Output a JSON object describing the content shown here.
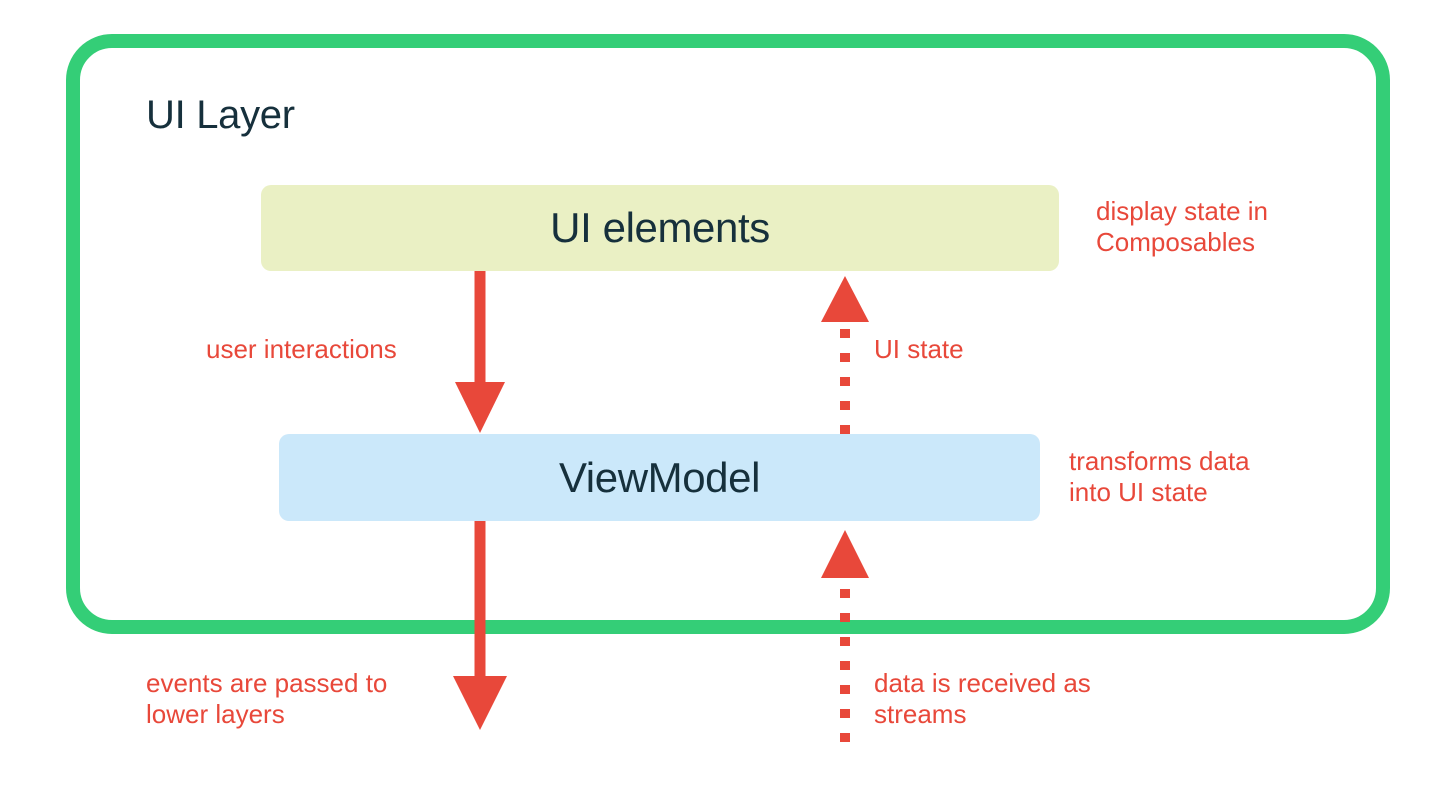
{
  "diagram": {
    "title": "UI Layer",
    "type": "architecture-flow",
    "container": {
      "label": "UI Layer",
      "border_color": "#34ce77",
      "style": "rounded-rectangle"
    },
    "nodes": [
      {
        "id": "ui-elements",
        "label": "UI elements",
        "fill_color": "#eaf0c4",
        "text_color": "#16303c"
      },
      {
        "id": "viewmodel",
        "label": "ViewModel",
        "fill_color": "#cbe8fa",
        "text_color": "#16303c"
      }
    ],
    "annotations": [
      {
        "id": "display-state",
        "text": "display state in\nComposables",
        "color": "#e8483a",
        "attached_to": "ui-elements"
      },
      {
        "id": "user-interactions",
        "text": "user interactions",
        "color": "#e8483a",
        "attached_to": "arrow-down-ui-to-vm"
      },
      {
        "id": "ui-state",
        "text": "UI state",
        "color": "#e8483a",
        "attached_to": "arrow-up-vm-to-ui"
      },
      {
        "id": "transforms-data",
        "text": "transforms data\ninto UI state",
        "color": "#e8483a",
        "attached_to": "viewmodel"
      },
      {
        "id": "events-passed",
        "text": "events are passed to\nlower layers",
        "color": "#e8483a",
        "attached_to": "arrow-down-vm-to-lower"
      },
      {
        "id": "data-streams",
        "text": "data is received as\nstreams",
        "color": "#e8483a",
        "attached_to": "arrow-up-lower-to-vm"
      }
    ],
    "arrows": [
      {
        "id": "arrow-down-ui-to-vm",
        "from": "ui-elements",
        "to": "viewmodel",
        "direction": "down",
        "line_style": "solid",
        "color": "#e8483a",
        "label": "user interactions"
      },
      {
        "id": "arrow-up-vm-to-ui",
        "from": "viewmodel",
        "to": "ui-elements",
        "direction": "up",
        "line_style": "dotted",
        "color": "#e8483a",
        "label": "UI state"
      },
      {
        "id": "arrow-down-vm-to-lower",
        "from": "viewmodel",
        "to": "lower-layers",
        "direction": "down",
        "line_style": "solid",
        "color": "#e8483a",
        "label": "events are passed to lower layers"
      },
      {
        "id": "arrow-up-lower-to-vm",
        "from": "lower-layers",
        "to": "viewmodel",
        "direction": "up",
        "line_style": "dotted",
        "color": "#e8483a",
        "label": "data is received as streams"
      }
    ]
  }
}
